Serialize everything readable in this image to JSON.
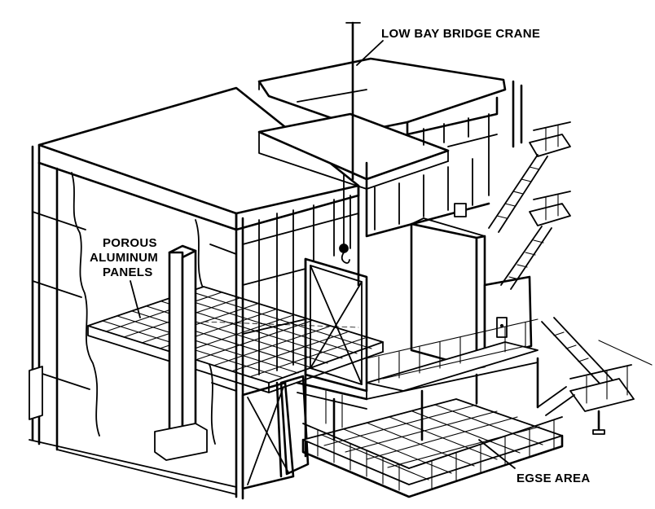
{
  "labels": {
    "crane": "LOW BAY BRIDGE CRANE",
    "panels_line1": "POROUS",
    "panels_line2": "ALUMINUM",
    "panels_line3": "PANELS",
    "egse": "EGSE AREA"
  },
  "colors": {
    "ink": "#000000",
    "paper": "#ffffff"
  }
}
